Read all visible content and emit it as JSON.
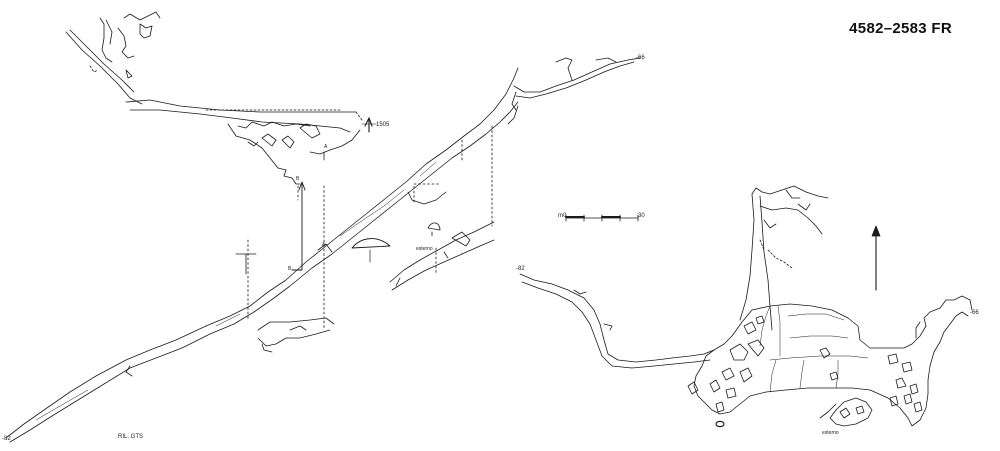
{
  "sheet_id": "4582–2583 FR",
  "credit": "RIL. GTS",
  "labels": {
    "entrance_elevation": "1505",
    "depth_profile_end": "-82",
    "depth_profile_start": "-66",
    "plan_depth_left": "-82",
    "plan_depth_right": "-66",
    "exterior_profile": "esterno",
    "exterior_plan": "esterno",
    "section_a": "A",
    "section_b": "B",
    "section_a_plan": "A",
    "section_b_plan": "B"
  },
  "scale_bar": {
    "min_label": "m0",
    "max_label": "30"
  },
  "icons": {
    "north_arrow": "north-arrow-icon",
    "entrance": "entrance-marker-icon"
  }
}
